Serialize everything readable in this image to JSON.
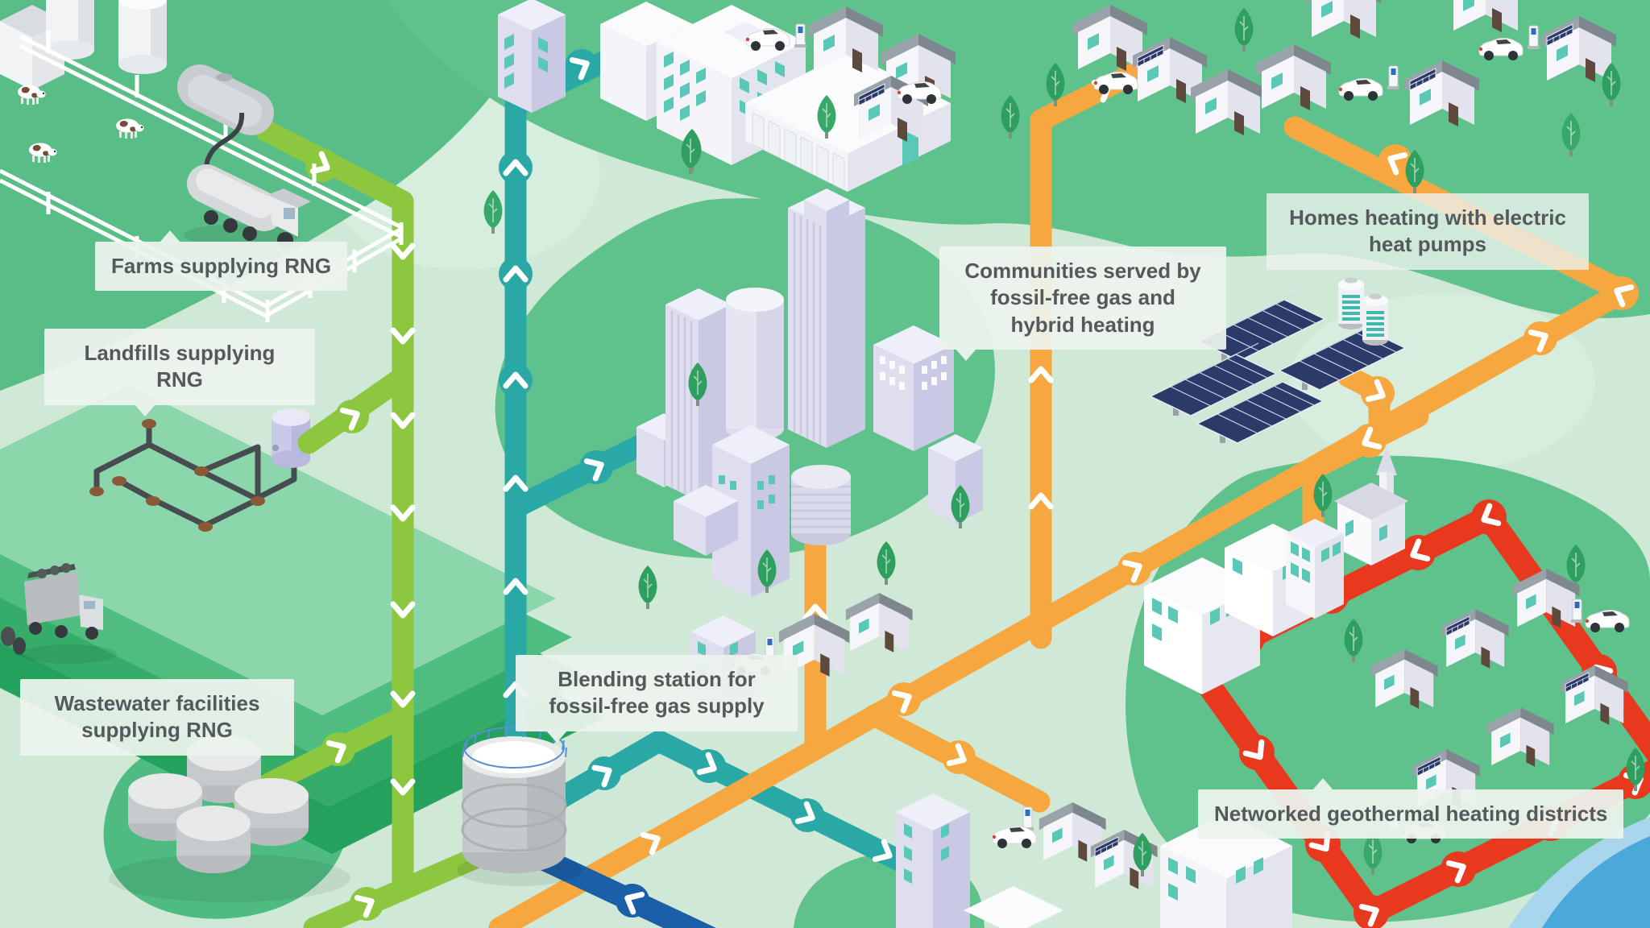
{
  "labels": {
    "farms": "Farms supplying RNG",
    "landfills": "Landfills supplying RNG",
    "wastewater": "Wastewater facilities supplying RNG",
    "communities": "Communities served by fossil-free gas and hybrid heating",
    "heat_pump_homes": "Homes heating with electric heat pumps",
    "blending_station": "Blending station for fossil-free gas supply",
    "geothermal": "Networked geothermal heating districts"
  },
  "colors": {
    "background": "#cfe9d6",
    "field-green": "#58bd86",
    "blob-green": "#5fc28c",
    "pipe-rng-green": "#8dc63f",
    "pipe-gas-teal": "#29a8a5",
    "pipe-energy-orange": "#f6a73f",
    "pipe-blue": "#1b5fa8",
    "pipe-geothermal-red": "#e8391f",
    "label-bg": "#ecf3ed",
    "label-text": "#54595c",
    "water-blue": "#4aa9da",
    "building-lavender": "#dcdcf0",
    "window-teal": "#5ac8b6",
    "solar-navy": "#2c3a68"
  }
}
